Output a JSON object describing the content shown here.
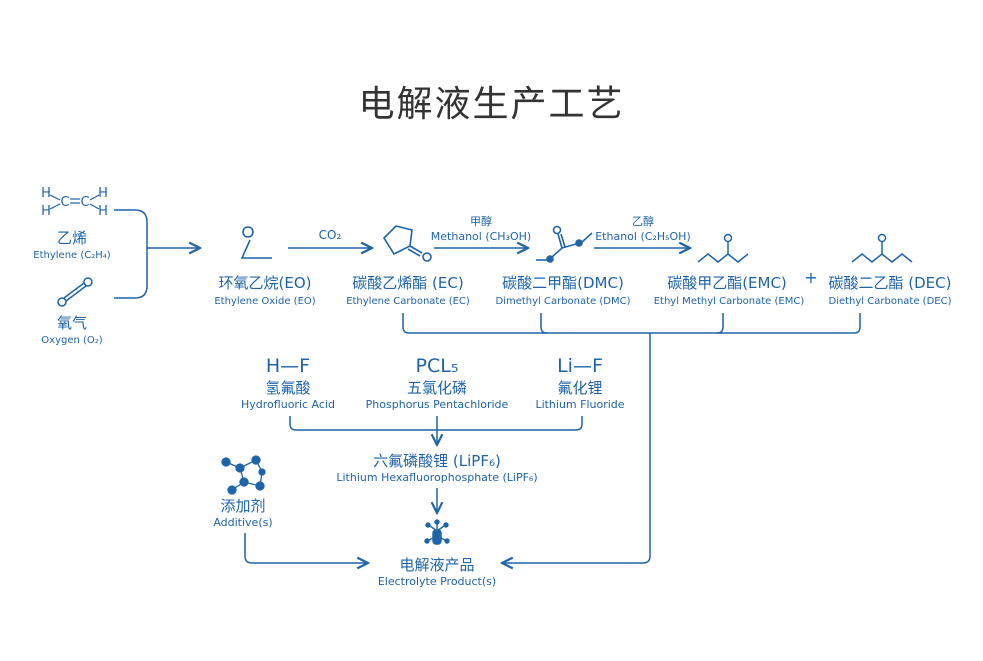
{
  "title": "电解液生产工艺",
  "colors": {
    "primary": "#1f64a8",
    "title": "#333333"
  },
  "inputs": {
    "ethylene": {
      "cn": "乙烯",
      "en": "Ethylene (C₂H₄)",
      "atoms": [
        "H",
        "H",
        "C",
        "C",
        "H",
        "H"
      ]
    },
    "oxygen": {
      "cn": "氧气",
      "en": "Oxygen (O₂)"
    }
  },
  "nodes": {
    "eo": {
      "cn": "环氧乙烷(EO)",
      "en": "Ethylene Oxide (EO)"
    },
    "ec": {
      "cn": "碳酸乙烯酯 (EC)",
      "en": "Ethylene Carbonate (EC)"
    },
    "dmc": {
      "cn": "碳酸二甲酯(DMC)",
      "en": "Dimethyl Carbonate (DMC)"
    },
    "emc": {
      "cn": "碳酸甲乙酯(EMC)",
      "en": "Ethyl Methyl Carbonate (EMC)"
    },
    "dec": {
      "cn": "碳酸二乙酯 (DEC)",
      "en": "Diethyl Carbonate (DEC)"
    },
    "plus": "+"
  },
  "reagents": {
    "co2": "CO₂",
    "methanol_cn": "甲醇",
    "methanol_en": "Methanol (CH₃OH)",
    "ethanol_cn": "乙醇",
    "ethanol_en": "Ethanol (C₂H₅OH)"
  },
  "acids": {
    "hf": {
      "formula": "H—F",
      "cn": "氢氟酸",
      "en": "Hydrofluoric Acid"
    },
    "pcl5": {
      "formula": "PCL₅",
      "cn": "五氯化磷",
      "en": "Phosphorus Pentachloride"
    },
    "lif": {
      "formula": "Li—F",
      "cn": "氟化锂",
      "en": "Lithium Fluoride"
    }
  },
  "lipf6": {
    "cn": "六氟磷酸锂 (LiPF₆)",
    "en": "Lithium Hexafluorophosphate (LiPF₆)"
  },
  "additive": {
    "cn": "添加剂",
    "en": "Additive(s)"
  },
  "product": {
    "cn": "电解液产品",
    "en": "Electrolyte Product(s)"
  }
}
